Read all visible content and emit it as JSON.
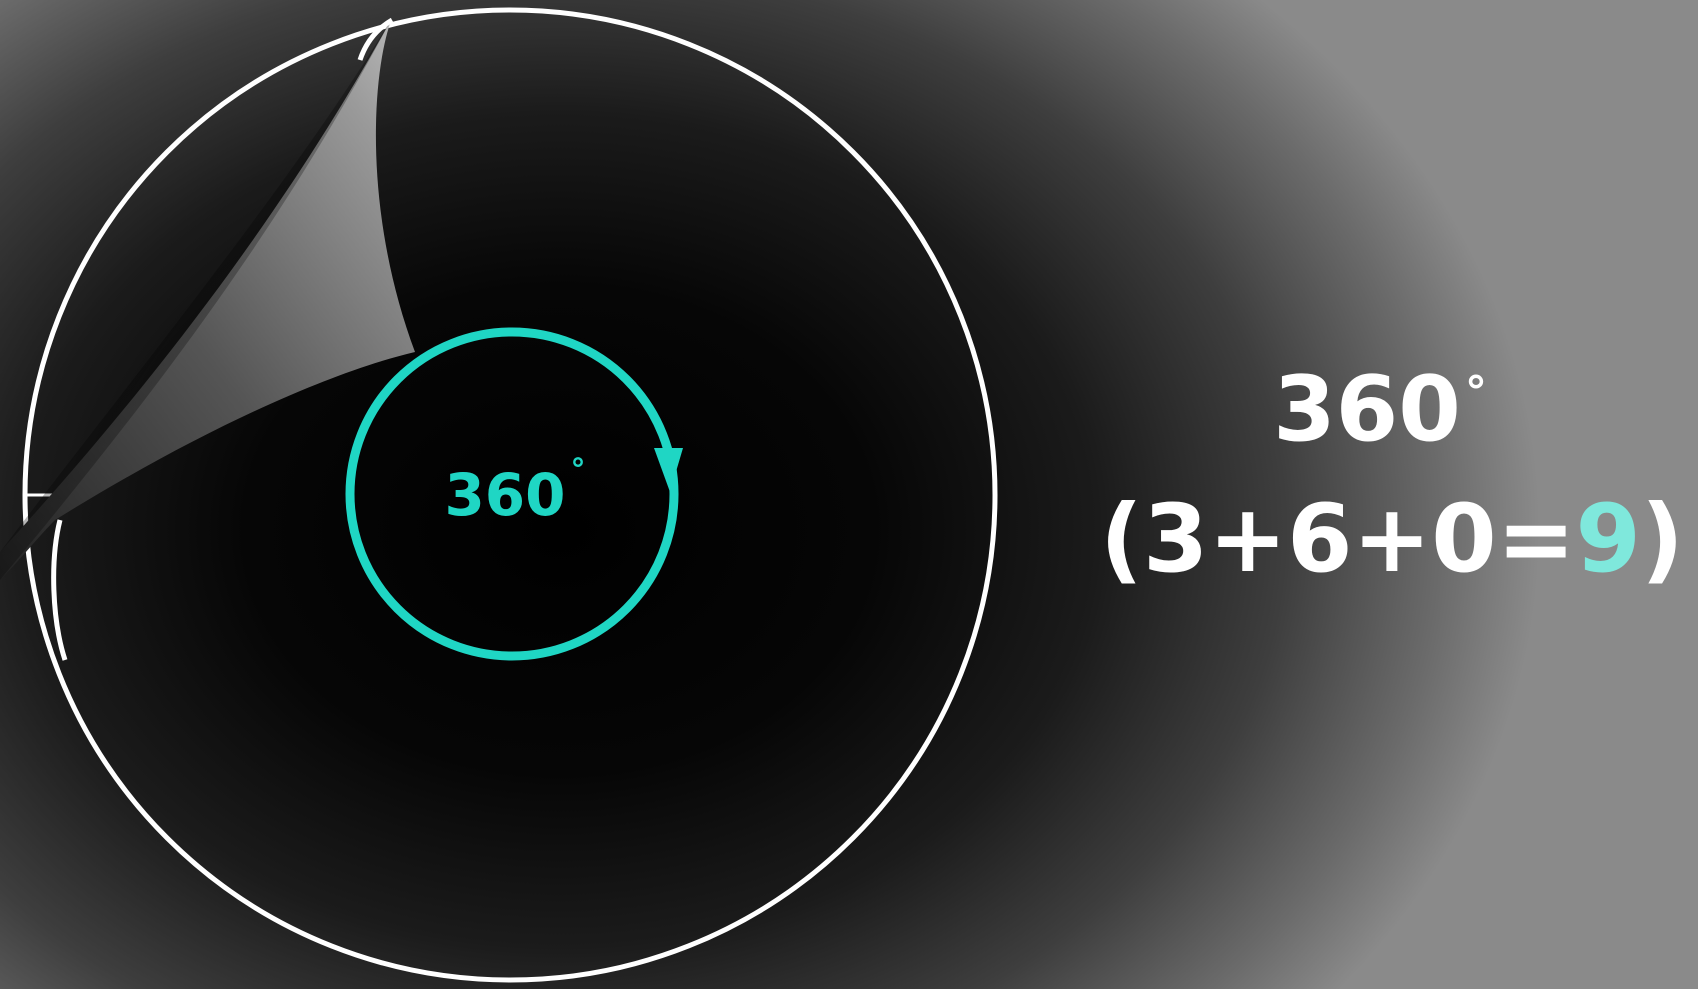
{
  "diagram": {
    "inner_value": "360",
    "inner_degree": "°",
    "equation_value": "360",
    "equation_degree": "°",
    "sum_prefix": "(3+6+0=",
    "sum_result": "9",
    "sum_suffix": ")"
  },
  "colors": {
    "accent": "#1fd6c4",
    "result_accent": "#7fe8dc",
    "outline": "#ffffff",
    "background": "#000000"
  },
  "icons": {
    "rotation_arrow": "clockwise-arrowhead",
    "page_curl": "peeling-corner"
  }
}
